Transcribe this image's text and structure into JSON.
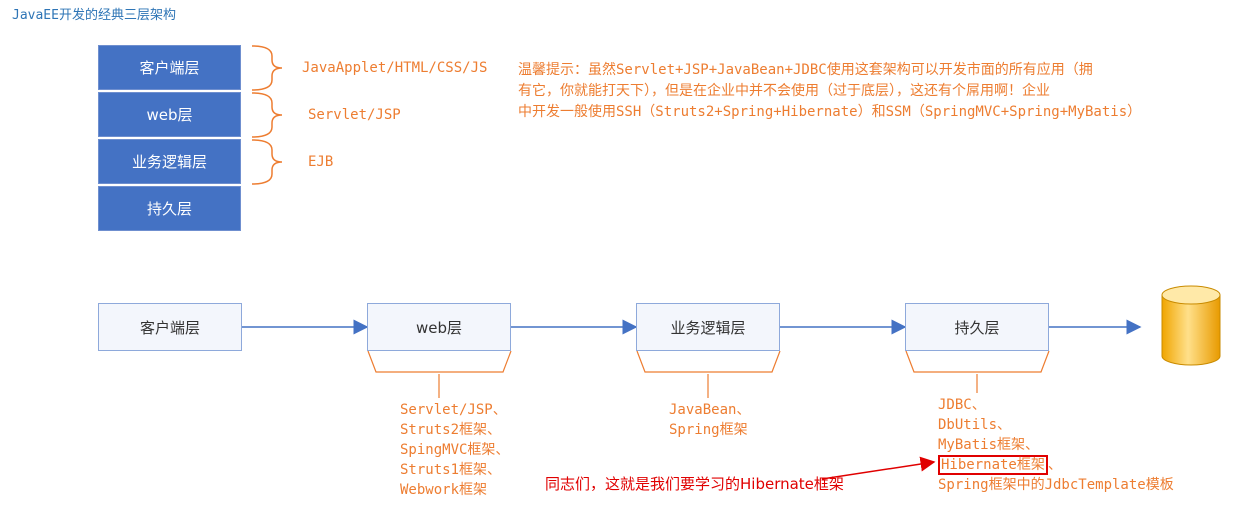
{
  "title": "JavaEE开发的经典三层架构",
  "stack": [
    {
      "label": "客户端层"
    },
    {
      "label": "web层"
    },
    {
      "label": "业务逻辑层"
    },
    {
      "label": "持久层"
    }
  ],
  "stack_tech": [
    "JavaApplet/HTML/CSS/JS",
    "Servlet/JSP",
    "EJB"
  ],
  "tip": {
    "line1": "温馨提示：虽然Servlet+JSP+JavaBean+JDBC使用这套架构可以开发市面的所有应用（拥",
    "line2": "有它，你就能打天下），但是在企业中并不会使用（过于底层），这还有个屌用啊！企业",
    "line3": "中开发一般使用SSH（Struts2+Spring+Hibernate）和SSM（SpringMVC+Spring+MyBatis）"
  },
  "flow": {
    "client": "客户端层",
    "web": "web层",
    "business": "业务逻辑层",
    "persist": "持久层"
  },
  "web_tech": [
    "Servlet/JSP、",
    "Struts2框架、",
    "SpingMVC框架、",
    "Struts1框架、",
    "Webwork框架"
  ],
  "business_tech": [
    "JavaBean、",
    "Spring框架"
  ],
  "persist_tech": {
    "jdbc": "JDBC、",
    "dbutils": "DbUtils、",
    "mybatis": "MyBatis框架、",
    "hibernate": "Hibernate框架",
    "hibernate_suffix": "、",
    "spring_jdbc": "Spring框架中的JdbcTemplate模板"
  },
  "note": "同志们，这就是我们要学习的Hibernate框架",
  "colors": {
    "layer_fill": "#4472c4",
    "accent_orange": "#ed7d31",
    "arrow_blue": "#4472c4",
    "highlight_red": "#e00000",
    "database_yellow": "#ffc000"
  },
  "icons": {
    "database": "database-cylinder-icon"
  }
}
